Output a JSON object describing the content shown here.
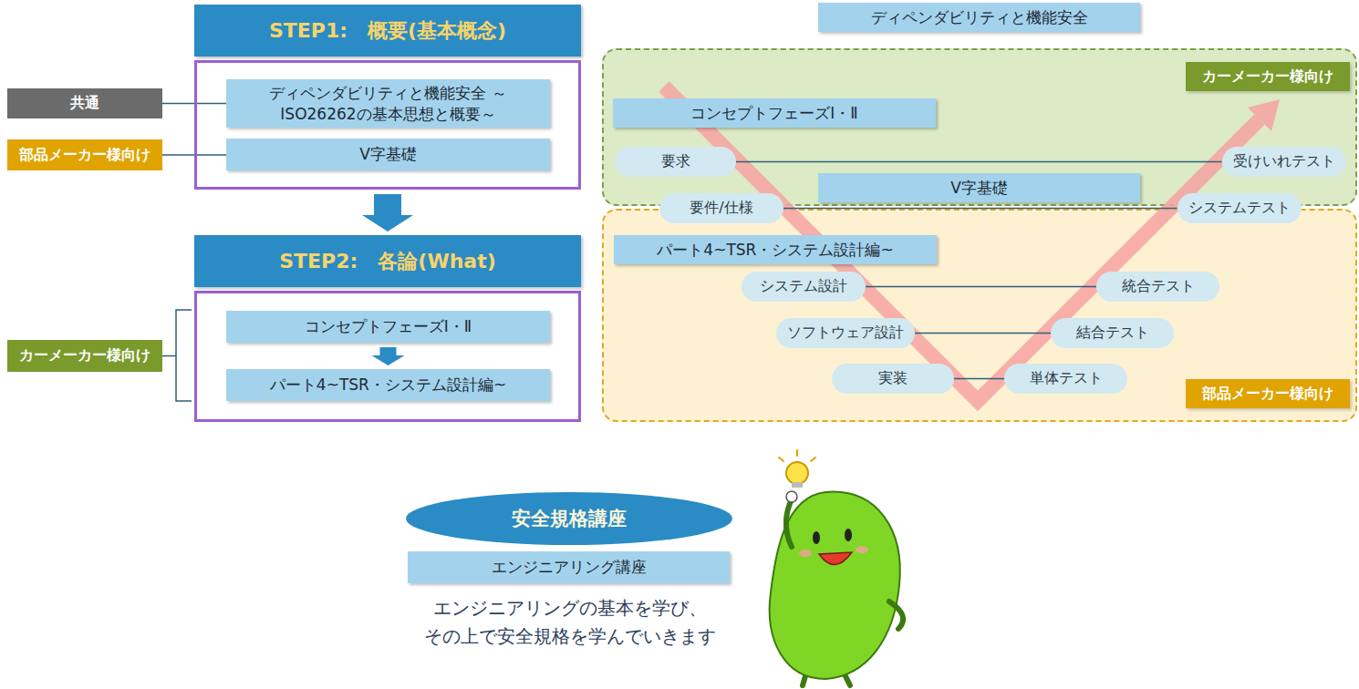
{
  "diagram": {
    "nodes": [
      {
        "text": [
          "共通"
        ]
      },
      {
        "text": [
          "部品メーカー様向け"
        ]
      },
      {
        "text": [
          "STEP1:　概要(基本概念)"
        ]
      },
      {
        "text": [
          "ディペンダビリティと機能安全 ～ISO26262の基本思想と概要～"
        ],
        "in": 2
      },
      {
        "text": [
          "V字基礎"
        ],
        "in": 2
      },
      {
        "text": [
          "STEP2:　各論(What)"
        ]
      },
      {
        "text": [
          "コンセプトフェーズⅠ・Ⅱ"
        ],
        "in": 5
      },
      {
        "text": [
          "パート4~TSR・システム設計編~"
        ],
        "in": 5
      },
      {
        "text": [
          "カーメーカー様向け"
        ]
      },
      {
        "text": [
          "ディペンダビリティと機能安全"
        ]
      },
      {
        "text": [
          "カーメーカー様向け"
        ]
      },
      {
        "text": [
          "コンセプトフェーズⅠ・Ⅱ"
        ],
        "in": 10
      },
      {
        "text": [
          "要求"
        ],
        "in": 10
      },
      {
        "text": [
          "受けいれテスト"
        ],
        "in": 10
      },
      {
        "text": [
          "V字基礎"
        ],
        "in": 10
      },
      {
        "text": [
          "要件/仕様"
        ]
      },
      {
        "text": [
          "システムテスト"
        ]
      },
      {
        "text": [
          "部品メーカー様向け"
        ]
      },
      {
        "text": [
          "パート4~TSR・システム設計編~"
        ],
        "in": 17
      },
      {
        "text": [
          "システム設計"
        ],
        "in": 17
      },
      {
        "text": [
          "統合テスト"
        ],
        "in": 17
      },
      {
        "text": [
          "ソフトウェア設計"
        ],
        "in": 17
      },
      {
        "text": [
          "結合テスト"
        ],
        "in": 17
      },
      {
        "text": [
          "実装"
        ],
        "in": 17
      },
      {
        "text": [
          "単体テスト"
        ],
        "in": 17
      },
      {
        "text": [
          "安全規格講座"
        ]
      },
      {
        "text": [
          "エンジニアリング講座"
        ]
      }
    ],
    "edges": [
      {
        "from": 0,
        "to": 3,
        "arrow": "none"
      },
      {
        "from": 1,
        "to": 4,
        "arrow": "none"
      },
      {
        "from": 2,
        "to": 5,
        "arrow": "to"
      },
      {
        "from": 6,
        "to": 7,
        "arrow": "to"
      },
      {
        "from": 8,
        "to": 5,
        "arrow": "none"
      },
      {
        "from": 12,
        "to": 13,
        "arrow": "none"
      },
      {
        "from": 15,
        "to": 16,
        "arrow": "none"
      },
      {
        "from": 19,
        "to": 20,
        "arrow": "none"
      },
      {
        "from": 21,
        "to": 22,
        "arrow": "none"
      },
      {
        "from": 23,
        "to": 24,
        "arrow": "none"
      }
    ],
    "labels": [
      "エンジニアリングの基本を学び、 その上で安全規格を学んでいきます"
    ]
  }
}
